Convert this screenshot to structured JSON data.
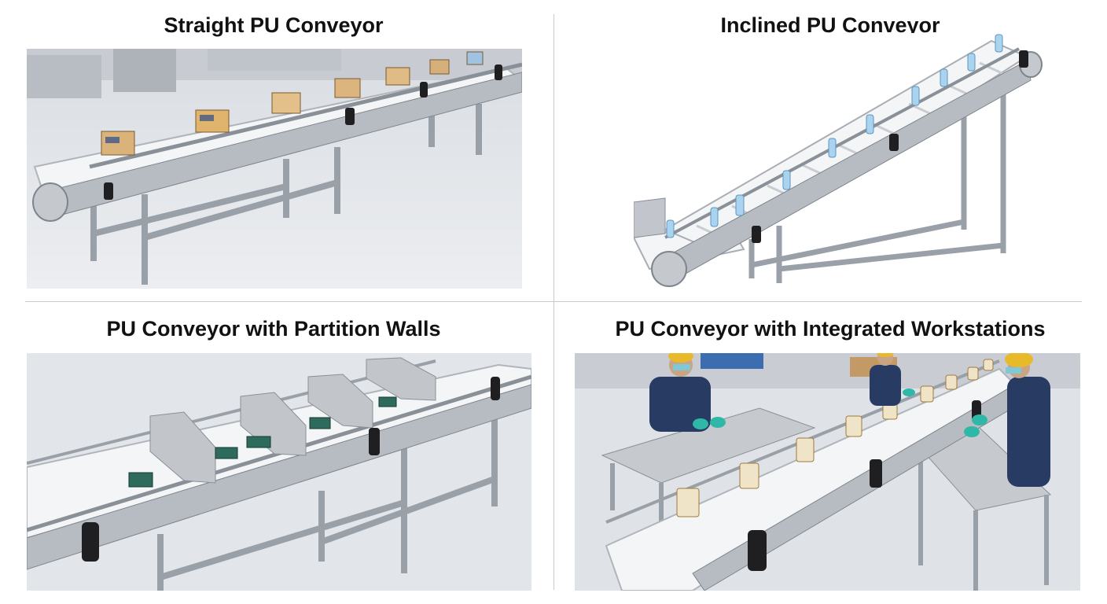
{
  "panels": [
    {
      "title": "Straight PU Conveyor",
      "image": "straight-conveyor-illustration"
    },
    {
      "title": "Inclined PU Conveyor",
      "image": "inclined-conveyor-illustration"
    },
    {
      "title": "PU Conveyor with Partition Walls",
      "image": "partition-wall-conveyor-illustration"
    },
    {
      "title": "PU Conveyor with Integrated Workstations",
      "image": "workstation-conveyor-illustration"
    }
  ],
  "colors": {
    "steel": "#b7bcc2",
    "steel_dark": "#8a9098",
    "belt": "#f4f5f6",
    "floor": "#dfe3e8",
    "worker_shirt": "#283c63",
    "glove": "#2fb8a8",
    "hard_hat": "#e8b92a"
  }
}
